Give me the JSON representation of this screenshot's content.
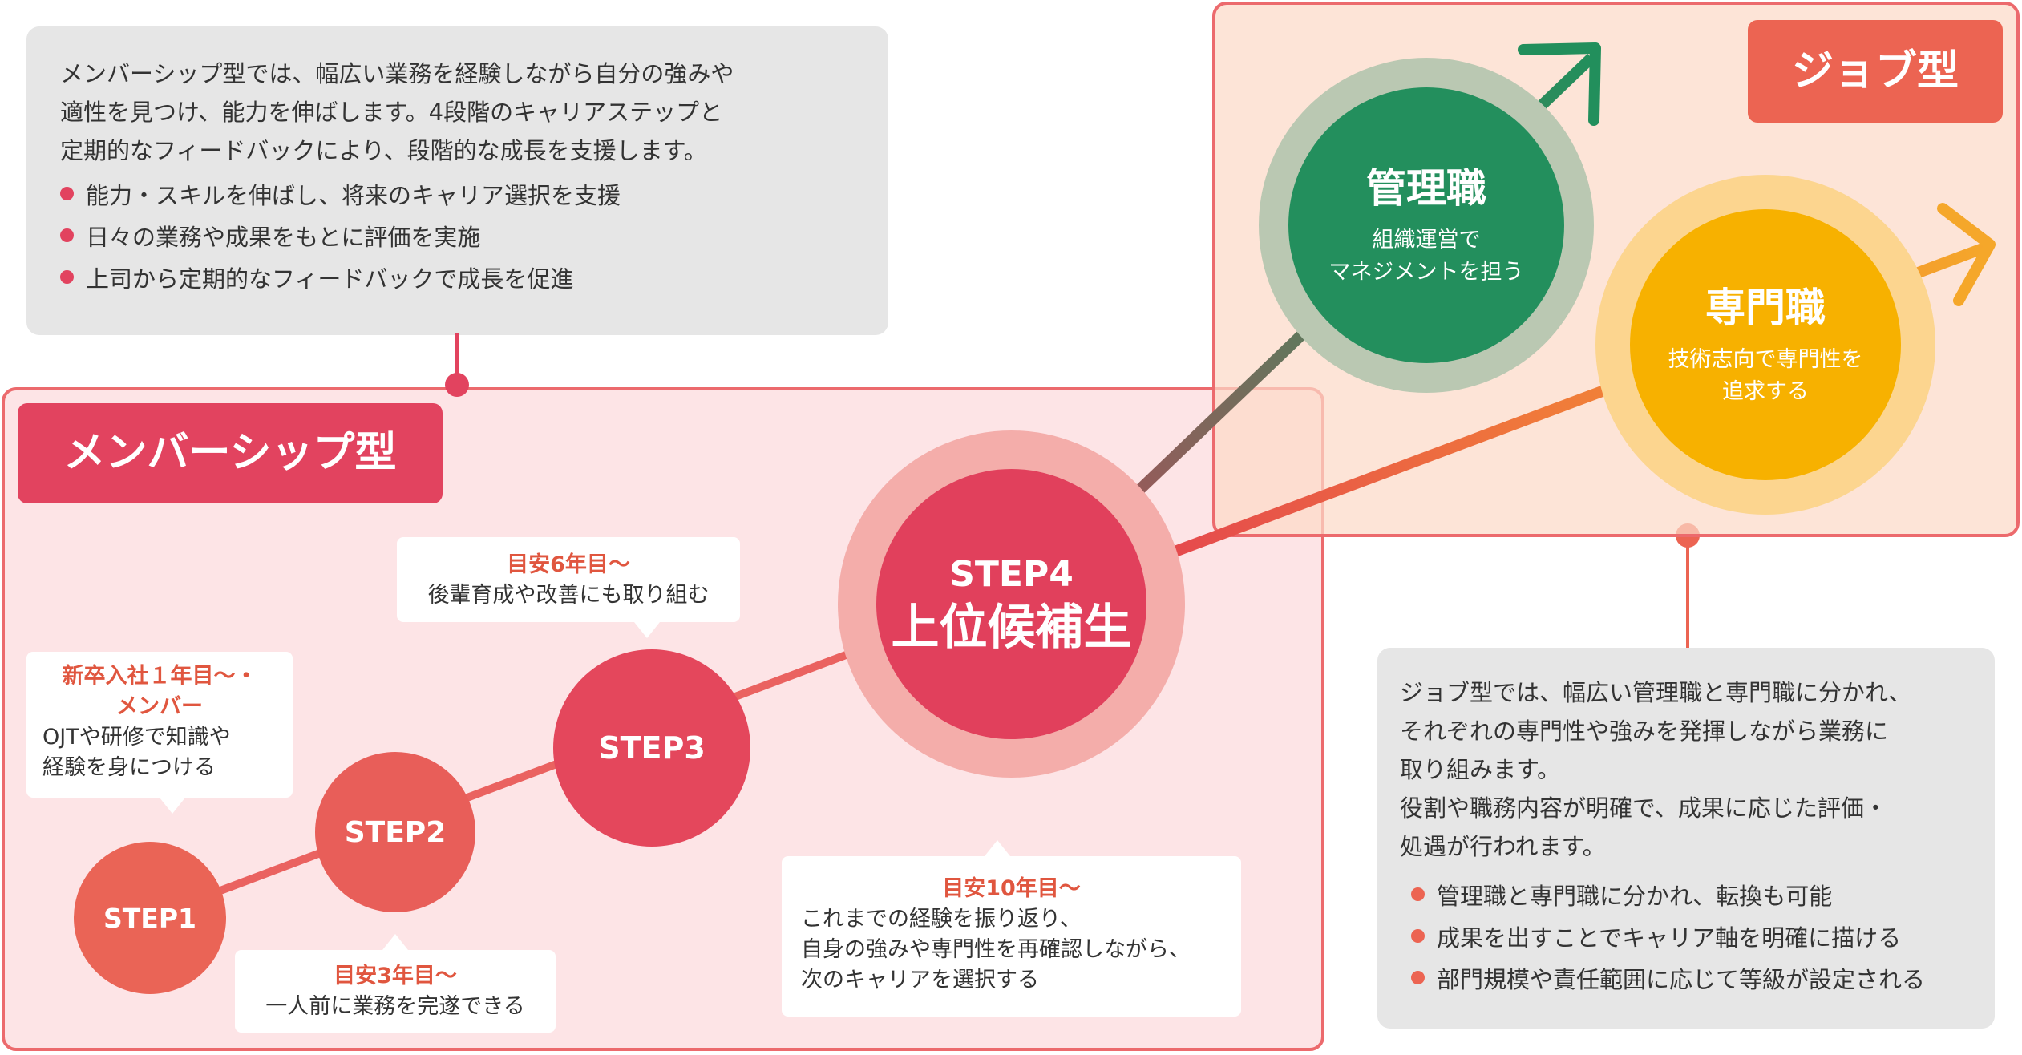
{
  "member_description": {
    "paragraph": [
      "メンバーシップ型では、幅広い業務を経験しながら自分の強みや",
      "適性を見つけ、能力を伸ばします。4段階のキャリアステップと",
      "定期的なフィードバックにより、段階的な成長を支援します。"
    ],
    "bullets": [
      "能力・スキルを伸ばし、将来のキャリア選択を支援",
      "日々の業務や成果をもとに評価を実施",
      "上司から定期的なフィードバックで成長を促進"
    ]
  },
  "member_label": "メンバーシップ型",
  "job_label": "ジョブ型",
  "steps": {
    "step1": "STEP1",
    "step2": "STEP2",
    "step3": "STEP3",
    "step4_line1": "STEP4",
    "step4_line2": "上位候補生"
  },
  "callouts": {
    "step1": {
      "tag_line1": "新卒入社１年目〜・",
      "tag_line2": "メンバー",
      "text_line1": "OJTや研修で知識や",
      "text_line2": "経験を身につける"
    },
    "step2": {
      "tag": "目安3年目〜",
      "text": "一人前に業務を完遂できる"
    },
    "step3": {
      "tag": "目安6年目〜",
      "text": "後輩育成や改善にも取り組む"
    },
    "step4": {
      "tag": "目安10年目〜",
      "lines": [
        "これまでの経験を振り返り、",
        "自身の強みや専門性を再確認しながら、",
        "次のキャリアを選択する"
      ]
    }
  },
  "management": {
    "title": "管理職",
    "line1": "組織運営で",
    "line2": "マネジメントを担う"
  },
  "specialist": {
    "title": "専門職",
    "line1": "技術志向で専門性を",
    "line2": "追求する"
  },
  "job_description": {
    "paragraph": [
      "ジョブ型では、幅広い管理職と専門職に分かれ、",
      "それぞれの専門性や強みを発揮しながら業務に",
      "取り組みます。",
      "役割や職務内容が明確で、成果に応じた評価・",
      "処遇が行われます。"
    ],
    "bullets": [
      "管理職と専門職に分かれ、転換も可能",
      "成果を出すことでキャリア軸を明確に描ける",
      "部門規模や責任範囲に応じて等級が設定される"
    ]
  },
  "colors": {
    "member_red": "#e2435f",
    "job_orange": "#ec6452",
    "management_green": "#228f5c",
    "specialist_yellow": "#f7b000"
  }
}
